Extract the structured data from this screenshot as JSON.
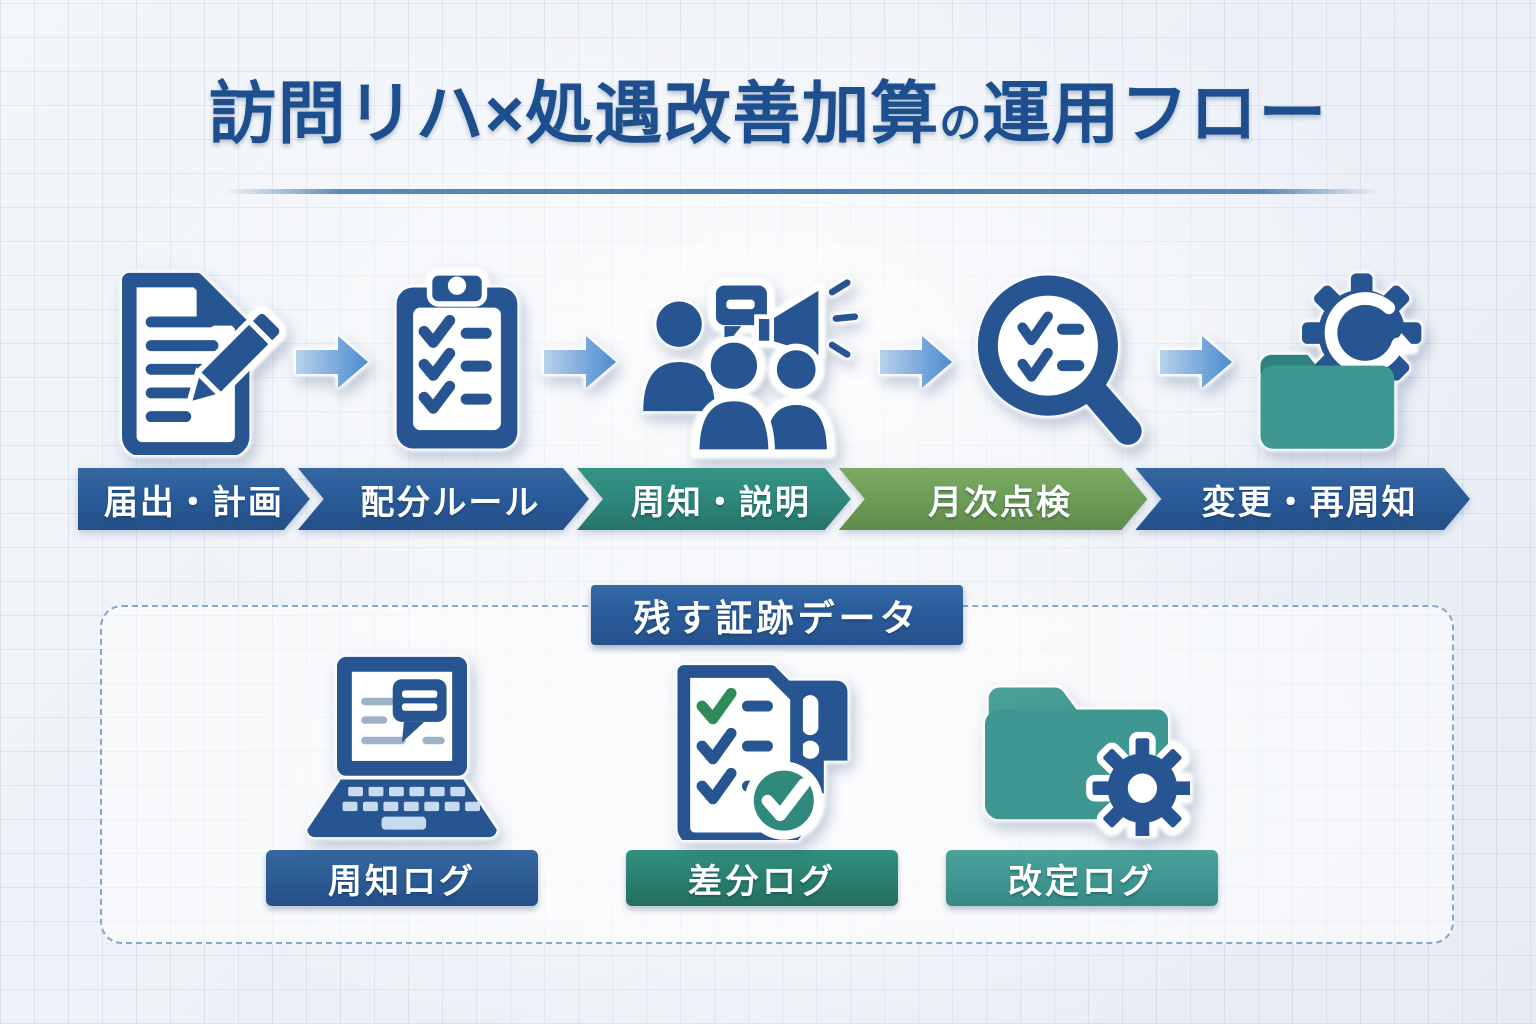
{
  "title": {
    "part1": "訪問リハ×処遇改善加算",
    "particle": "の",
    "part2": "運用フロー"
  },
  "flow": {
    "steps": [
      {
        "label": "届出・計画",
        "icon": "document-pencil-icon",
        "color": "#2a5c9b"
      },
      {
        "label": "配分ルール",
        "icon": "clipboard-checklist-icon",
        "color": "#2a5c9b"
      },
      {
        "label": "周知・説明",
        "icon": "people-megaphone-icon",
        "color": "#2e897c"
      },
      {
        "label": "月次点検",
        "icon": "magnifier-checklist-icon",
        "color": "#6f9e58"
      },
      {
        "label": "変更・再周知",
        "icon": "gear-folder-icon",
        "color": "#2a5c9b"
      }
    ],
    "arrow_icon": "right-arrow-icon"
  },
  "evidence": {
    "title": "残す証跡データ",
    "items": [
      {
        "label": "周知ログ",
        "icon": "laptop-message-icon",
        "color": "#2a5c9b"
      },
      {
        "label": "差分ログ",
        "icon": "checklist-alert-icon",
        "color": "#2c8577"
      },
      {
        "label": "改定ログ",
        "icon": "folder-gear-icon",
        "color": "#3b9691"
      }
    ]
  },
  "colors": {
    "title_text": "#1d4e8e",
    "primary_blue": "#2a5c9b",
    "teal": "#2e897c",
    "green": "#6f9e58",
    "light_teal": "#3b9691",
    "folder_teal": "#3f9791",
    "arrow_gradient_start": "#b7d1ec",
    "arrow_gradient_end": "#4c8cce",
    "background": "#edf1f7",
    "grid_line": "#c8d4e4",
    "dashed_border": "#87a6cb",
    "check_green": "#2e8b57"
  }
}
